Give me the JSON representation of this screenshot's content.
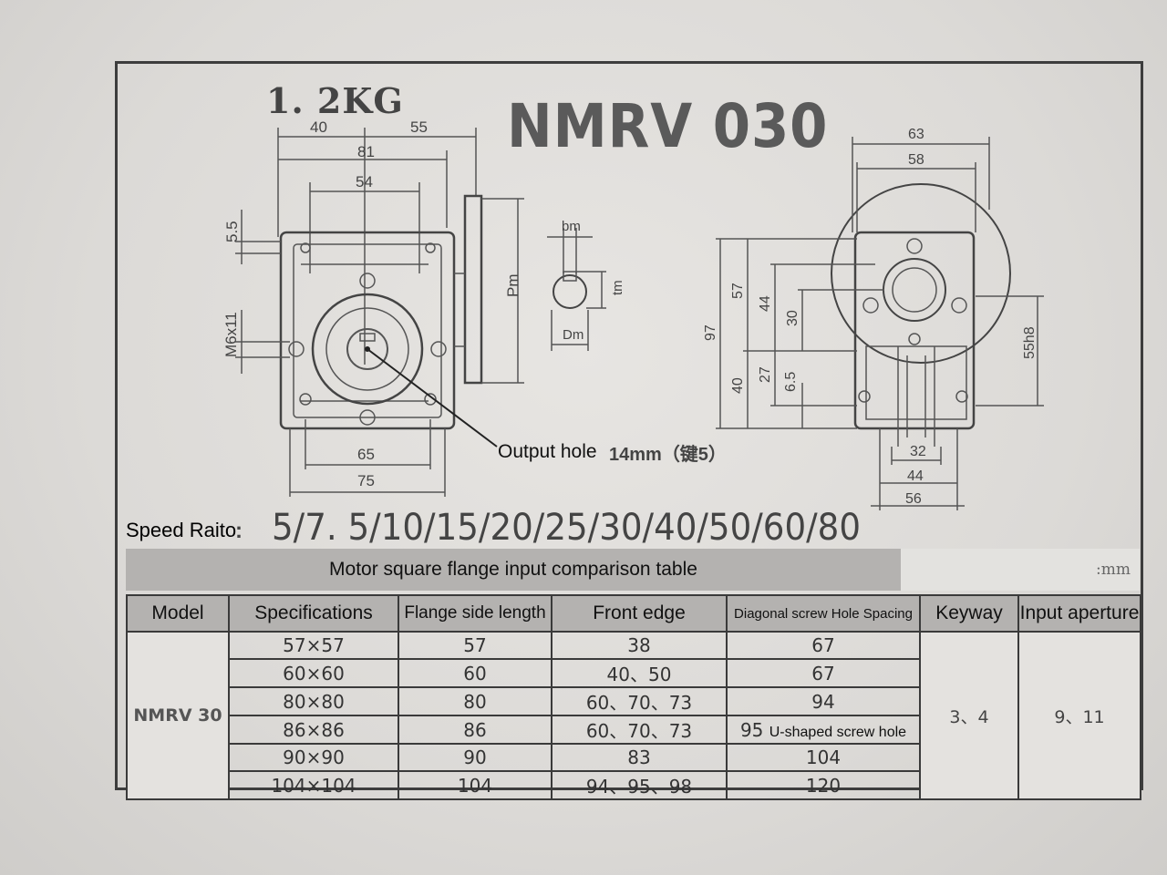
{
  "weight": "1. 2KG",
  "model_title": "NMRV  030",
  "output_hole": {
    "label": "Output hole",
    "size": "14mm（键5）"
  },
  "speed_ratio": {
    "label": "Speed Raito",
    "colon": ":",
    "values": "5/7. 5/10/15/20/25/30/40/50/60/80"
  },
  "dims_side_view": {
    "top": [
      "40",
      "55",
      "81",
      "54"
    ],
    "left": [
      "5.5",
      "M6x11"
    ],
    "bottom": [
      "65",
      "75"
    ],
    "flange": "Pm"
  },
  "dims_key_view": [
    "bm",
    "tm",
    "Dm"
  ],
  "dims_front_view": {
    "top": [
      "63",
      "58"
    ],
    "left": [
      "97",
      "57",
      "44",
      "30",
      "40",
      "27",
      "6.5"
    ],
    "right": "55h8",
    "bottom": [
      "32",
      "44",
      "56"
    ]
  },
  "table": {
    "title": "Motor square flange input comparison table",
    "unit": ":mm",
    "headers": [
      "Model",
      "Specifications",
      "Flange side length",
      "Front edge",
      "Diagonal screw Hole Spacing",
      "Keyway",
      "Input aperture"
    ],
    "model": "NMRV  30",
    "keyway": "3、4",
    "input_aperture": "9、11",
    "rows": [
      {
        "spec": "57×57",
        "flange": "57",
        "front": "38",
        "diag": "67",
        "note": ""
      },
      {
        "spec": "60×60",
        "flange": "60",
        "front": "40、50",
        "diag": "67",
        "note": ""
      },
      {
        "spec": "80×80",
        "flange": "80",
        "front": "60、70、73",
        "diag": "94",
        "note": ""
      },
      {
        "spec": "86×86",
        "flange": "86",
        "front": "60、70、73",
        "diag": "95",
        "note": "U-shaped screw hole"
      },
      {
        "spec": "90×90",
        "flange": "90",
        "front": "83",
        "diag": "104",
        "note": ""
      },
      {
        "spec": "104×104",
        "flange": "104",
        "front": "94、95、98",
        "diag": "120",
        "note": ""
      }
    ]
  }
}
